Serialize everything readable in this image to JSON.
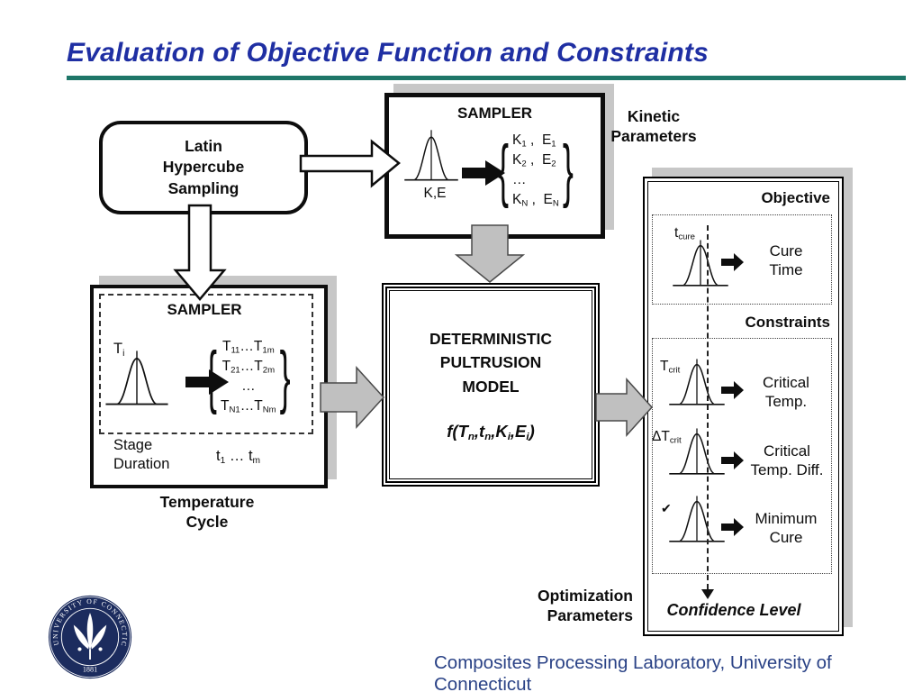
{
  "slide": {
    "title": "Evaluation of Objective Function and Constraints",
    "footer": "Composites Processing Laboratory, University of Connecticut"
  },
  "colors": {
    "title_blue": "#1F2FA3",
    "footer_blue": "#2A4286",
    "rule_teal": "#1E7668",
    "arrow_gray": "#C0C0C0",
    "shadow_gray": "#C7C7C7",
    "seal_navy": "#1C2C5E"
  },
  "latin_box": {
    "lines": [
      "Latin",
      "Hypercube",
      "Sampling"
    ]
  },
  "kinetic_label": {
    "lines": [
      "Kinetic",
      "Parameters"
    ]
  },
  "top_sampler": {
    "title": "SAMPLER",
    "dist_label": "K,E",
    "rows_html": [
      "K<sub>1</sub> ,&nbsp;&nbsp;E<sub>1</sub>",
      "K<sub>2</sub> ,&nbsp;&nbsp;E<sub>2</sub>",
      "…",
      "K<sub>N</sub> ,&nbsp;&nbsp;E<sub>N</sub>"
    ]
  },
  "left_sampler": {
    "title": "SAMPLER",
    "dist_label_html": "T<sub>i</sub>",
    "rows_html": [
      "T<sub>11</sub>…T<sub>1m</sub>",
      "T<sub>21</sub>…T<sub>2m</sub>",
      "…",
      "T<sub>N1</sub>…T<sub>Nm</sub>"
    ],
    "stage_lines": [
      "Stage",
      "Duration"
    ],
    "times_html": "t<sub>1</sub> … t<sub>m</sub>"
  },
  "temp_cycle_label": {
    "lines": [
      "Temperature",
      "Cycle"
    ]
  },
  "model_box": {
    "lines": [
      "DETERMINISTIC",
      "PULTRUSION",
      "MODEL"
    ],
    "formula_html": "f(T<sub>n</sub>,t<sub>n</sub>,K<sub>i</sub>,E<sub>i</sub>)"
  },
  "optimization_label": {
    "lines": [
      "Optimization",
      "Parameters"
    ]
  },
  "right_panel": {
    "objective_heading": "Objective",
    "constraints_heading": "Constraints",
    "confidence_label": "Confidence Level",
    "objective_rows": [
      {
        "symbol_html": "t<sub>cure</sub>",
        "label_lines": [
          "Cure",
          "Time"
        ]
      }
    ],
    "constraint_rows": [
      {
        "symbol_html": "T<sub>crit</sub>",
        "label_lines": [
          "Critical",
          "Temp."
        ]
      },
      {
        "symbol_html": "ΔT<sub>crit</sub>",
        "label_lines": [
          "Critical",
          "Temp. Diff."
        ]
      },
      {
        "symbol_html": "✔",
        "label_lines": [
          "Minimum",
          "Cure"
        ]
      }
    ]
  },
  "seal": {
    "ring_text": "UNIVERSITY OF CONNECTICUT",
    "year": "1881"
  }
}
